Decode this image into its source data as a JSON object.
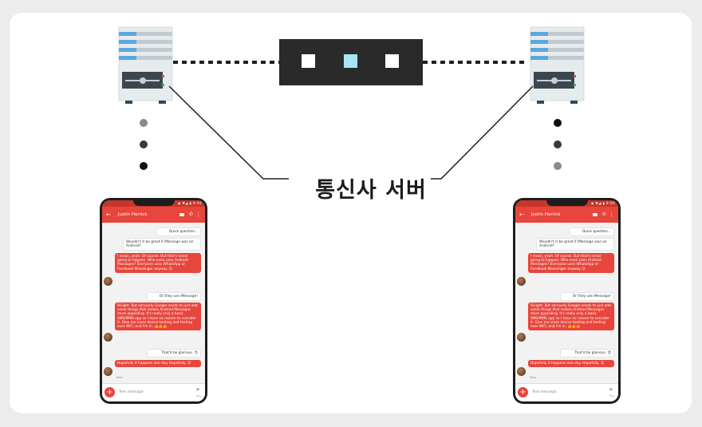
{
  "diagram": {
    "carrier_label": "통신사 서버"
  },
  "phone": {
    "status_icons": "◉ ▼◢ ▮ 8:00",
    "contact_name": "Justin Herrick",
    "compose_placeholder": "Text message",
    "send_label": "SMS",
    "messages": [
      {
        "dir": "out",
        "text": "Quick question..."
      },
      {
        "dir": "out",
        "text": "Wouldn't it be great if iMessage was on Android?"
      },
      {
        "dir": "in",
        "text": "I mean, yeah. Of course. But that's never going to happen. Who even uses Android Messages? Everyone uses WhatsApp or Facebook Messenger anyway 😒"
      },
      {
        "dir": "out",
        "text": "Or they use iMessage!"
      },
      {
        "dir": "in",
        "text": "Riiiight. But seriously Google needs to just add some things that makes Android Messages more appealing. It's really only a basic SMS/MMS app so I have no reason to consider it. Give me cross device texting and texting over WiFi, and I'm in. 👍👍👍"
      },
      {
        "dir": "out",
        "text": "That'd be glorious. 😍"
      },
      {
        "dir": "in",
        "text": "Hopefully it happens one day. Hopefully. 😊"
      }
    ],
    "read_status": "Now"
  }
}
